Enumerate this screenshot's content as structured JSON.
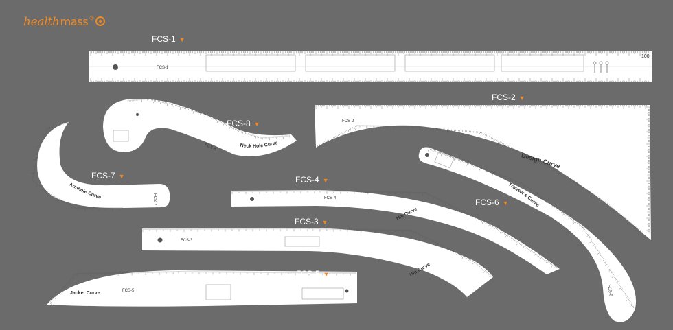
{
  "brand": {
    "name_a": "health",
    "name_b": "mass",
    "reg": "®"
  },
  "colors": {
    "background": "#6b6b6b",
    "ruler": "#ffffff",
    "marks": "#555555",
    "accent": "#f08a24"
  },
  "marker_icon": "triangle-down-icon",
  "rulers": {
    "fcs1": {
      "label": "FCS-1",
      "name": "FCS-1",
      "scale_max": 100
    },
    "fcs2": {
      "label": "FCS-2",
      "name": "FCS-2",
      "title": "Design Curve"
    },
    "fcs3": {
      "label": "FCS-3",
      "name": "FCS-3",
      "title": "Hip Curve"
    },
    "fcs4": {
      "label": "FCS-4",
      "name": "FCS-4",
      "title": "Hip Curve"
    },
    "fcs5": {
      "label": "FCS-5",
      "name": "FCS-5",
      "title": "Jacket Curve"
    },
    "fcs6": {
      "label": "FCS-6",
      "name": "FCS-6",
      "title": "Trouser's Curve"
    },
    "fcs7": {
      "label": "FCS-7",
      "name": "FCS-7",
      "title": "Armhole Curve"
    },
    "fcs8": {
      "label": "FCS-8",
      "name": "FCS-8",
      "title": "Neck Hole Curve"
    }
  }
}
